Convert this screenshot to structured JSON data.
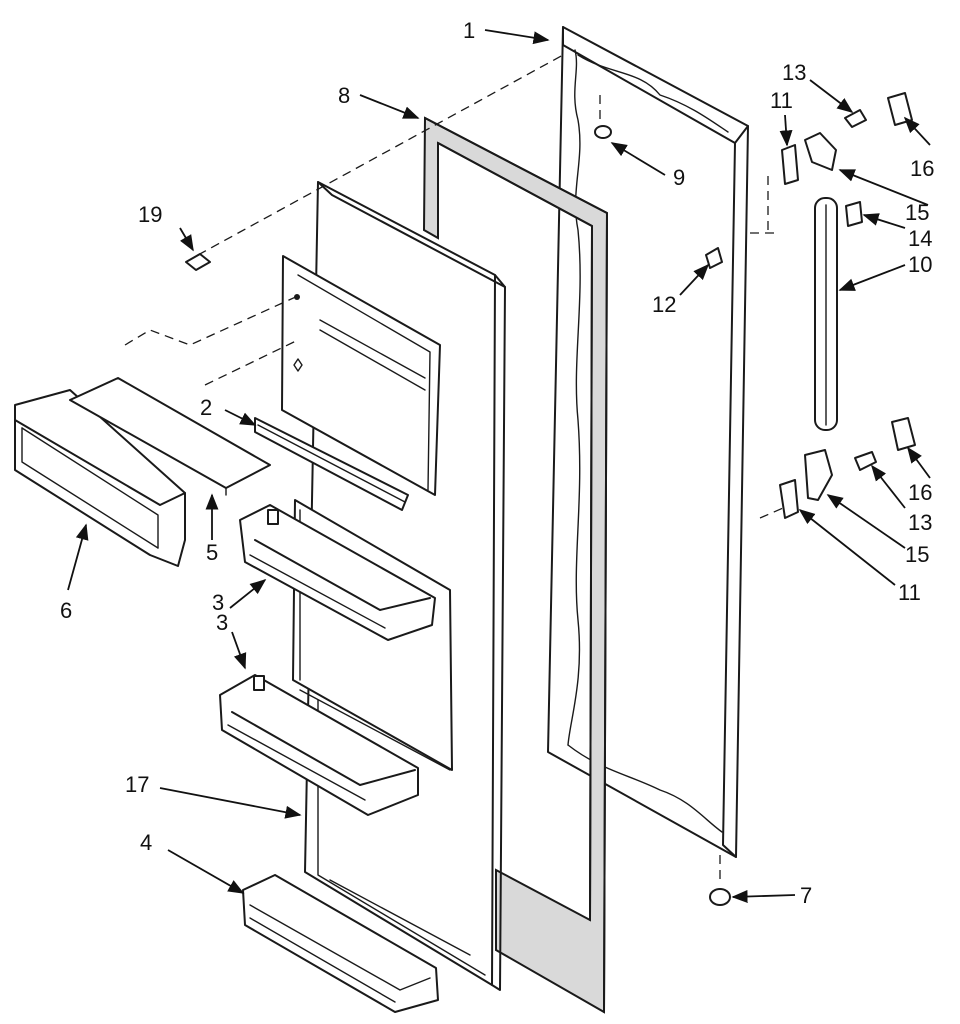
{
  "diagram": {
    "callouts": [
      {
        "id": "c1",
        "label": "1"
      },
      {
        "id": "c2",
        "label": "2"
      },
      {
        "id": "c3a",
        "label": "3"
      },
      {
        "id": "c3b",
        "label": "3"
      },
      {
        "id": "c4",
        "label": "4"
      },
      {
        "id": "c5",
        "label": "5"
      },
      {
        "id": "c6",
        "label": "6"
      },
      {
        "id": "c7",
        "label": "7"
      },
      {
        "id": "c8",
        "label": "8"
      },
      {
        "id": "c9",
        "label": "9"
      },
      {
        "id": "c10",
        "label": "10"
      },
      {
        "id": "c11a",
        "label": "11"
      },
      {
        "id": "c11b",
        "label": "11"
      },
      {
        "id": "c12",
        "label": "12"
      },
      {
        "id": "c13a",
        "label": "13"
      },
      {
        "id": "c13b",
        "label": "13"
      },
      {
        "id": "c14",
        "label": "14"
      },
      {
        "id": "c15a",
        "label": "15"
      },
      {
        "id": "c15b",
        "label": "15"
      },
      {
        "id": "c16a",
        "label": "16"
      },
      {
        "id": "c16b",
        "label": "16"
      },
      {
        "id": "c17",
        "label": "17"
      },
      {
        "id": "c19",
        "label": "19"
      }
    ]
  }
}
